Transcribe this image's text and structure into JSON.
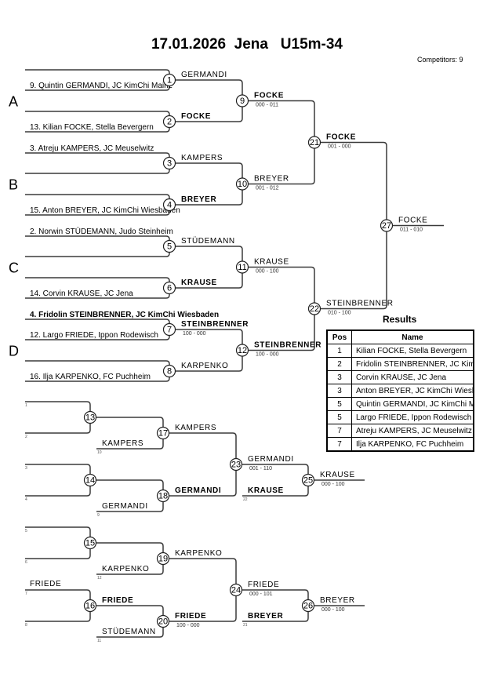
{
  "header": {
    "title": "17.01.2026  Jena   U15m-34",
    "competitors": "Competitors: 9"
  },
  "pools": [
    "A",
    "B",
    "C",
    "D"
  ],
  "main_bracket": {
    "entries": [
      {
        "slot": 1,
        "text": "",
        "bold": false
      },
      {
        "slot": 2,
        "text": "9. Quintin GERMANDI, JC KimChi Mainz",
        "bold": false
      },
      {
        "slot": 3,
        "text": "",
        "bold": false
      },
      {
        "slot": 4,
        "text": "13. Kilian FOCKE, Stella Bevergern",
        "bold": false
      },
      {
        "slot": 5,
        "text": "3. Atreju KAMPERS, JC Meuselwitz",
        "bold": false
      },
      {
        "slot": 6,
        "text": "",
        "bold": false
      },
      {
        "slot": 7,
        "text": "",
        "bold": false
      },
      {
        "slot": 8,
        "text": "15. Anton BREYER, JC KimChi Wiesbaden",
        "bold": false
      },
      {
        "slot": 9,
        "text": "2. Norwin STÜDEMANN, Judo Steinheim",
        "bold": false
      },
      {
        "slot": 10,
        "text": "",
        "bold": false
      },
      {
        "slot": 11,
        "text": "",
        "bold": false
      },
      {
        "slot": 12,
        "text": "14. Corvin KRAUSE, JC Jena",
        "bold": false
      },
      {
        "slot": 13,
        "text": "4. Fridolin STEINBRENNER, JC KimChi Wiesbaden",
        "bold": true
      },
      {
        "slot": 14,
        "text": "12. Largo FRIEDE, Ippon Rodewisch",
        "bold": false
      },
      {
        "slot": 15,
        "text": "",
        "bold": false
      },
      {
        "slot": 16,
        "text": "16. Ilja KARPENKO, FC Puchheim",
        "bold": false
      }
    ],
    "fights": [
      {
        "num": "1",
        "winner": "GERMANDI",
        "bold": false,
        "score": ""
      },
      {
        "num": "2",
        "winner": "FOCKE",
        "bold": true,
        "score": ""
      },
      {
        "num": "3",
        "winner": "KAMPERS",
        "bold": false,
        "score": ""
      },
      {
        "num": "4",
        "winner": "BREYER",
        "bold": true,
        "score": ""
      },
      {
        "num": "5",
        "winner": "STÜDEMANN",
        "bold": false,
        "score": ""
      },
      {
        "num": "6",
        "winner": "KRAUSE",
        "bold": true,
        "score": ""
      },
      {
        "num": "7",
        "winner": "STEINBRENNER",
        "bold": true,
        "score": "100 - 000"
      },
      {
        "num": "8",
        "winner": "KARPENKO",
        "bold": false,
        "score": ""
      },
      {
        "num": "9",
        "winner": "FOCKE",
        "bold": true,
        "score": "000 - 011"
      },
      {
        "num": "10",
        "winner": "BREYER",
        "bold": false,
        "score": "001 - 012"
      },
      {
        "num": "11",
        "winner": "KRAUSE",
        "bold": false,
        "score": "000 - 100"
      },
      {
        "num": "12",
        "winner": "STEINBRENNER",
        "bold": true,
        "score": "100 - 000"
      },
      {
        "num": "21",
        "winner": "FOCKE",
        "bold": true,
        "score": "001 - 000"
      },
      {
        "num": "22",
        "winner": "STEINBRENNER",
        "bold": false,
        "score": "010 - 100"
      },
      {
        "num": "27",
        "winner": "FOCKE",
        "bold": false,
        "score": "011 - 010"
      }
    ]
  },
  "repechage": {
    "top": {
      "seeds": [
        "1",
        "2",
        "3",
        "4"
      ],
      "drop_ins": [
        {
          "name": "KAMPERS",
          "ref": "10"
        },
        {
          "name": "GERMANDI",
          "ref": "9"
        },
        {
          "name": "KRAUSE",
          "ref": "22"
        }
      ],
      "fights": [
        {
          "num": "13",
          "winner": "",
          "bold": false,
          "score": ""
        },
        {
          "num": "14",
          "winner": "",
          "bold": false,
          "score": ""
        },
        {
          "num": "17",
          "winner": "KAMPERS",
          "bold": false,
          "score": ""
        },
        {
          "num": "18",
          "winner": "GERMANDI",
          "bold": true,
          "score": ""
        },
        {
          "num": "23",
          "winner": "GERMANDI",
          "bold": false,
          "score": "001 - 110"
        },
        {
          "num": "25",
          "winner": "KRAUSE",
          "bold": false,
          "score": "000 - 100"
        }
      ]
    },
    "bottom": {
      "seeds": [
        "5",
        "6",
        "7",
        "8"
      ],
      "seed_names": [
        "",
        "",
        "FRIEDE",
        ""
      ],
      "drop_ins": [
        {
          "name": "KARPENKO",
          "ref": "12"
        },
        {
          "name": "STÜDEMANN",
          "ref": "11"
        },
        {
          "name": "BREYER",
          "ref": "21"
        }
      ],
      "fights": [
        {
          "num": "15",
          "winner": "",
          "bold": false,
          "score": ""
        },
        {
          "num": "16",
          "winner": "FRIEDE",
          "bold": true,
          "score": ""
        },
        {
          "num": "19",
          "winner": "KARPENKO",
          "bold": false,
          "score": ""
        },
        {
          "num": "20",
          "winner": "FRIEDE",
          "bold": true,
          "score": "100 - 000"
        },
        {
          "num": "24",
          "winner": "FRIEDE",
          "bold": false,
          "score": "000 - 101"
        },
        {
          "num": "26",
          "winner": "BREYER",
          "bold": false,
          "score": "000 - 100"
        }
      ]
    }
  },
  "results": {
    "title": "Results",
    "columns": [
      "Pos",
      "Name"
    ],
    "rows": [
      {
        "pos": "1",
        "name": "Kilian FOCKE, Stella Bevergern"
      },
      {
        "pos": "2",
        "name": "Fridolin STEINBRENNER, JC KimChi Wiesbaden"
      },
      {
        "pos": "3",
        "name": "Corvin KRAUSE, JC Jena"
      },
      {
        "pos": "3",
        "name": "Anton BREYER, JC KimChi Wiesbaden"
      },
      {
        "pos": "5",
        "name": "Quintin GERMANDI, JC KimChi Mainz"
      },
      {
        "pos": "5",
        "name": "Largo FRIEDE, Ippon Rodewisch"
      },
      {
        "pos": "7",
        "name": "Atreju KAMPERS, JC Meuselwitz"
      },
      {
        "pos": "7",
        "name": "Ilja KARPENKO, FC Puchheim"
      }
    ]
  }
}
